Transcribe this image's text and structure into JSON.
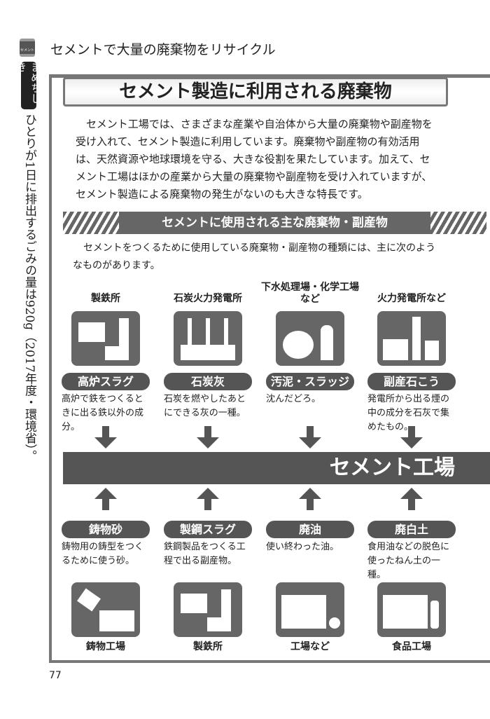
{
  "side": {
    "tab_icon": "セメント",
    "tab_label": "まめちしき",
    "trivia": "ひとりが1日に排出するごみの量は920g（2017年度・環境省）。"
  },
  "header": {
    "title": "セメントで大量の廃棄物をリサイクル"
  },
  "section1": {
    "title": "セメント製造に利用される廃棄物",
    "body": "セメント工場では、さまざまな産業や自治体から大量の廃棄物や副産物を受け入れて、セメント製造に利用しています。廃棄物や副産物の有効活用は、天然資源や地球環境を守る、大きな役割を果たしています。加えて、セメント工場はほかの産業から大量の廃棄物や副産物を受け入れていますが、セメント製造による廃棄物の発生がないのも大きな特長です。"
  },
  "section2": {
    "title": "セメントに使用される主な廃棄物・副産物",
    "body": "セメントをつくるために使用している廃棄物・副産物の種類には、主に次のようなものがあります。"
  },
  "top_items": [
    {
      "source": "製鉄所",
      "icon": "steelworks-icon",
      "name": "高炉スラグ",
      "desc": "高炉で鉄をつくるときに出る鉄以外の成分。"
    },
    {
      "source": "石炭火力発電所",
      "icon": "power-plant-chimneys-icon",
      "name": "石炭灰",
      "desc": "石炭を燃やしたあとにできる灰の一種。"
    },
    {
      "source": "下水処理場・化学工場など",
      "icon": "sewage-plant-icon",
      "name": "汚泥・スラッジ",
      "desc": "沈んだどろ。"
    },
    {
      "source": "火力発電所など",
      "icon": "thermal-plant-tower-icon",
      "name": "副産石こう",
      "desc": "発電所から出る煙の中の成分を石灰で集めたもの。"
    }
  ],
  "factory": "セメント工場",
  "bottom_items": [
    {
      "name": "鋳物砂",
      "desc": "鋳物用の鋳型をつくるために使う砂。",
      "icon": "foundry-icon",
      "source": "鋳物工場"
    },
    {
      "name": "製鋼スラグ",
      "desc": "鉄鋼製品をつくる工程で出る副産物。",
      "icon": "steelworks-icon",
      "source": "製鉄所"
    },
    {
      "name": "廃油",
      "desc": "使い終わった油。",
      "icon": "factory-icon",
      "source": "工場など"
    },
    {
      "name": "廃白土",
      "desc": "食用油などの脱色に使ったねん土の一種。",
      "icon": "food-factory-icon",
      "source": "食品工場"
    }
  ],
  "page_number": "77"
}
